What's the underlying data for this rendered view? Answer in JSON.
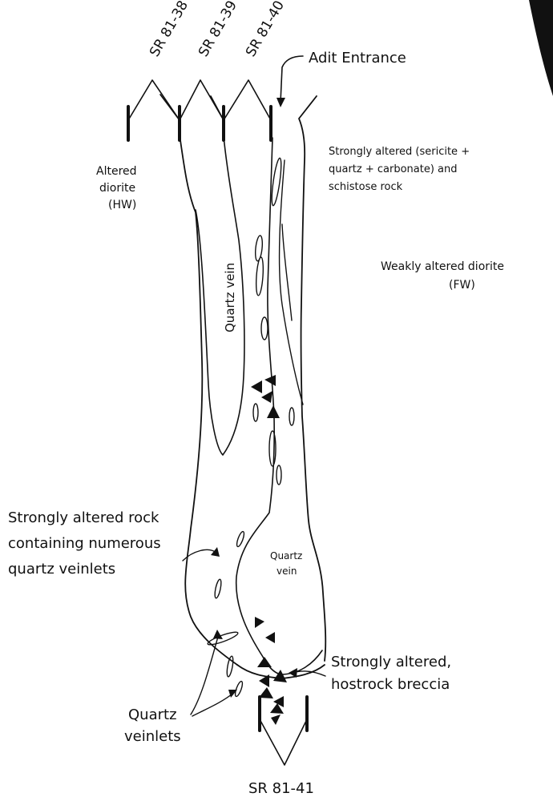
{
  "labels": {
    "sr_38": "SR 81-38",
    "sr_39": "SR 81-39",
    "sr_40": "SR 81-40",
    "sr_41": "SR 81-41",
    "adit": "Adit Entrance",
    "hw_1": "Altered",
    "hw_2": "diorite",
    "hw_3": "(HW)",
    "strong_1": "Strongly altered (sericite +",
    "strong_2": "quartz + carbonate) and",
    "strong_3": "schistose rock",
    "weak_1": "Weakly altered diorite",
    "weak_2": "(FW)",
    "qv_upper": "Quartz vein",
    "qv_lower_1": "Quartz",
    "qv_lower_2": "vein",
    "rock_1": "Strongly altered rock",
    "rock_2": "containing numerous",
    "rock_3": "quartz veinlets",
    "breccia_1": "Strongly altered,",
    "breccia_2": "hostrock breccia",
    "veinlets_1": "Quartz",
    "veinlets_2": "veinlets"
  }
}
